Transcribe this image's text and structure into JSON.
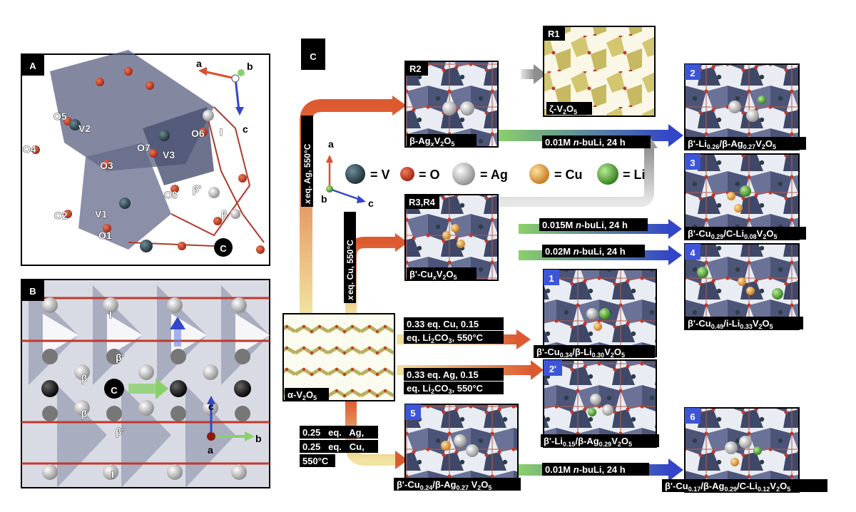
{
  "panels": {
    "A": {
      "letter": "A",
      "axes": {
        "a": "a",
        "b": "b",
        "c": "c"
      },
      "sites": {
        "V2": "V2",
        "V3": "V3",
        "V1": "V1",
        "O1": "O1",
        "O2": "O2",
        "O3": "O3",
        "O4": "O4",
        "O5": "O5",
        "O6": "O6",
        "O7": "O7",
        "O8": "O8",
        "I": "I",
        "betap": "β'",
        "beta": "β",
        "C": "C"
      }
    },
    "B": {
      "letter": "B",
      "axes": {
        "a": "a",
        "b": "b",
        "c": "c"
      },
      "sites": {
        "I": "I",
        "betap": "β'",
        "beta": "β",
        "C": "C"
      }
    },
    "C": {
      "letter": "C",
      "legend": {
        "V": "= V",
        "O": "= O",
        "Ag": "= Ag",
        "Cu": "= Cu",
        "Li": "= Li"
      },
      "legend_axes": {
        "a": "a",
        "b": "b",
        "c": "c"
      },
      "colors": {
        "V": "#2c3e48",
        "O": "#c0392b",
        "Ag": "#b0b0b0",
        "Cu": "#e8a033",
        "Li": "#5aa832",
        "arrow_red": "#d9502f",
        "arrow_yellow": "#e8c860",
        "arrow_blue": "#3346c8",
        "arrow_green": "#8ad06a",
        "arrow_gray": "#9a9a9a"
      },
      "boxes": {
        "R1": {
          "tag": "R1",
          "caption_main": "ζ-V",
          "sub1": "2",
          "mid1": "O",
          "sub2": "5"
        },
        "R2": {
          "tag": "R2",
          "caption_main": "β-Ag",
          "subx": "x",
          "mid1": "V",
          "sub1": "2",
          "mid2": "O",
          "sub2": "5"
        },
        "R3R4": {
          "tag": "R3,R4",
          "caption_main": "β'-Cu",
          "subx": "x",
          "mid1": "V",
          "sub1": "2",
          "mid2": "O",
          "sub2": "5"
        },
        "alpha": {
          "caption_main": "α-V",
          "sub1": "2",
          "mid1": "O",
          "sub2": "5"
        },
        "p2": {
          "num": "2",
          "t1": "β'-Li",
          "s1": "0.26",
          "t2": "/β-Ag",
          "s2": "0.27",
          "t3": "V",
          "s3": "2",
          "t4": "O",
          "s4": "5"
        },
        "p3": {
          "num": "3",
          "t1": "β'-Cu",
          "s1": "0.29",
          "t2": "/C-Li",
          "s2": "0.08",
          "t3": "V",
          "s3": "2",
          "t4": "O",
          "s4": "5"
        },
        "p4": {
          "num": "4",
          "t1": "β'-Cu",
          "s1": "0.49",
          "t2": "/i-Li",
          "s2": "0.33",
          "t3": "V",
          "s3": "2",
          "t4": "O",
          "s4": "5"
        },
        "p1": {
          "num": "1",
          "t1": "β'-Cu",
          "s1": "0.34",
          "t2": "/β-Li",
          "s2": "0.30",
          "t3": "V",
          "s3": "2",
          "t4": "O",
          "s4": "5"
        },
        "p2p": {
          "num": "2'",
          "t1": "β'-Li",
          "s1": "0.15",
          "t2": "/β-Ag",
          "s2": "0.29",
          "t3": "V",
          "s3": "2",
          "t4": "O",
          "s4": "5"
        },
        "p5": {
          "num": "5",
          "t1": "β'-Cu",
          "s1": "0.24",
          "t2": "/β-Ag",
          "s2": "0.27",
          "t3": " V",
          "s3": "2",
          "t4": "O",
          "s4": "5"
        },
        "p6": {
          "num": "6",
          "t1": "β'-Cu",
          "s1": "0.17",
          "t2": "/β-Ag",
          "s2": "0.29",
          "t3": "/C-Li",
          "s3": "0.12",
          "t4": "V",
          "s4": "2",
          "t5": "O",
          "s5": "5"
        }
      },
      "conditions": {
        "ag_vertical": {
          "x": "x",
          "rest": " eq. Ag, 550°C"
        },
        "cu_vertical": {
          "x": "x",
          "rest": " eq. Cu, 550°C"
        },
        "nbuli_001_R2": {
          "pre": "0.01M ",
          "n": "n",
          "post": "-buLi, 24 h"
        },
        "nbuli_0015": {
          "pre": "0.015M ",
          "n": "n",
          "post": "-buLi, 24 h"
        },
        "nbuli_002": {
          "pre": "0.02M ",
          "n": "n",
          "post": "-buLi, 24 h"
        },
        "nbuli_001_p5": {
          "pre": "0.01M ",
          "n": "n",
          "post": "-buLi, 24 h"
        },
        "cu_li": {
          "l1": "0.33 eq. Cu, 0.15",
          "l2a": "eq. Li",
          "l2s1": "2",
          "l2b": "CO",
          "l2s2": "3",
          "l2c": ", 550°C"
        },
        "ag_li": {
          "l1": "0.33 eq. Ag, 0.15",
          "l2a": "eq. Li",
          "l2s1": "2",
          "l2b": "CO",
          "l2s2": "3",
          "l2c": ", 550°C"
        },
        "ag_cu": {
          "l1": "0.25   eq.   Ag,",
          "l2": "0.25   eq.   Cu,",
          "l3": "550°C"
        }
      }
    }
  }
}
